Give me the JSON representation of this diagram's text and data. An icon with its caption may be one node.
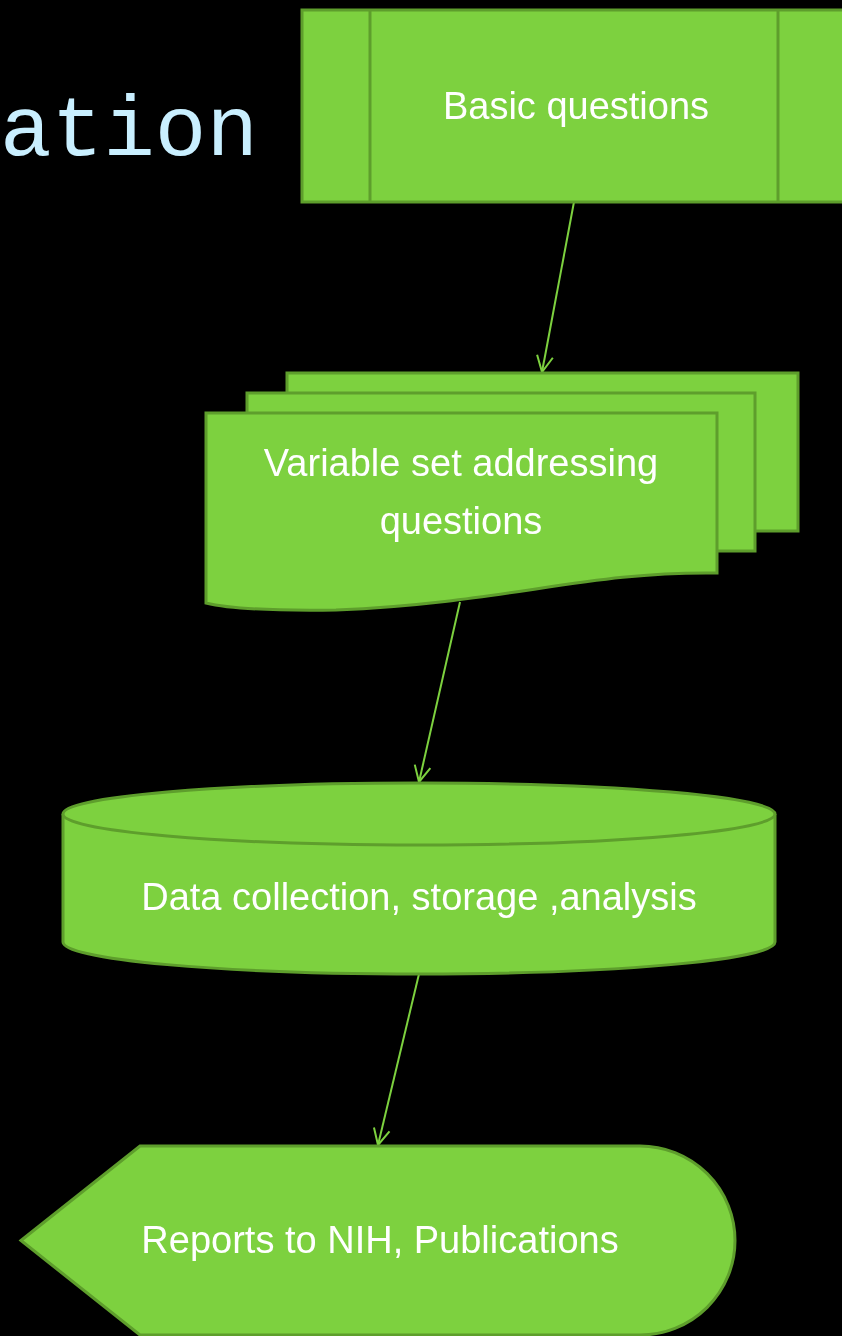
{
  "diagram": {
    "title": "ation",
    "nodes": [
      {
        "text": [
          "Basic questions"
        ]
      },
      {
        "text": [
          "Variable set addressing questions"
        ]
      },
      {
        "text": [
          "Data collection, storage ,analysis"
        ]
      },
      {
        "text": [
          "Reports to NIH, Publications"
        ]
      }
    ],
    "edges": [
      {
        "from": 0,
        "to": 1,
        "arrow": "to"
      },
      {
        "from": 1,
        "to": 2,
        "arrow": "to"
      },
      {
        "from": 2,
        "to": 3,
        "arrow": "to"
      }
    ]
  }
}
